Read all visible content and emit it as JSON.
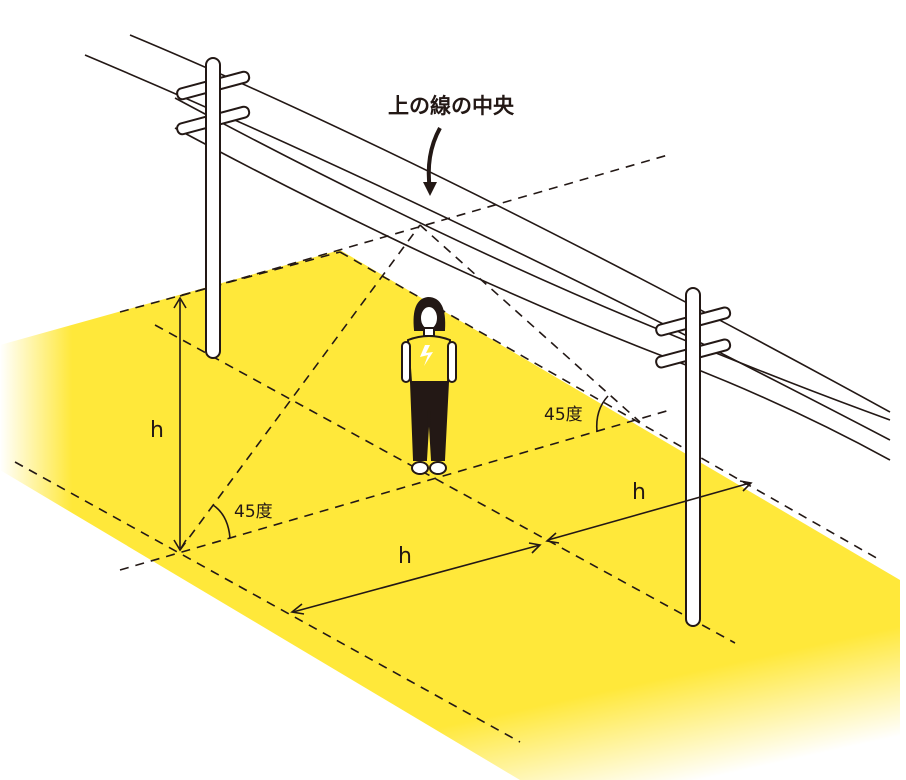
{
  "labels": {
    "wire_center": "上の線の中央",
    "height_vertical": "h",
    "height_horizontal_left": "h",
    "height_horizontal_right": "h",
    "angle_left": "45度",
    "angle_right": "45度"
  },
  "colors": {
    "ground": "#FFE83A",
    "line": "#231815"
  }
}
